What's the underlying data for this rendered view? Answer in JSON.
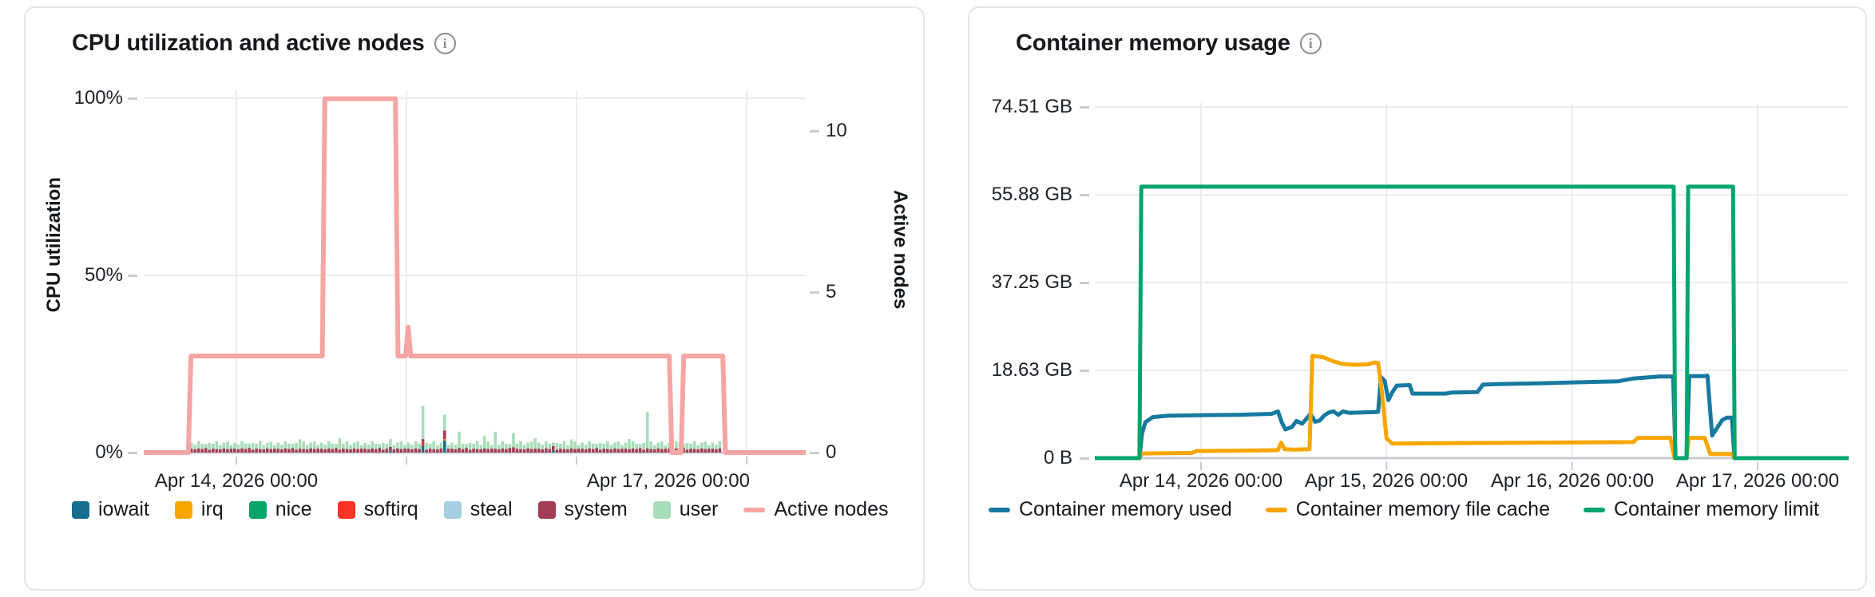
{
  "cpu_card": {
    "title": "CPU utilization and active nodes",
    "info_icon": "i",
    "y_left_axis": {
      "title": "CPU utilization",
      "ticks": [
        {
          "label": "100%",
          "value": 100
        },
        {
          "label": "50%",
          "value": 50
        },
        {
          "label": "0%",
          "value": 0
        }
      ]
    },
    "y_right_axis": {
      "title": "Active nodes",
      "ticks": [
        {
          "label": "10",
          "value": 10
        },
        {
          "label": "5",
          "value": 5
        },
        {
          "label": "0",
          "value": 0
        }
      ]
    },
    "x_ticks": [
      {
        "label": "Apr 14, 2026 00:00",
        "day": 1
      },
      {
        "label": "Apr 17, 2026 00:00",
        "day": 4
      }
    ],
    "legend": [
      {
        "label": "iowait",
        "color": "#176d8d",
        "shape": "square"
      },
      {
        "label": "irq",
        "color": "#f7a600",
        "shape": "square"
      },
      {
        "label": "nice",
        "color": "#04a567",
        "shape": "square"
      },
      {
        "label": "softirq",
        "color": "#fa3324",
        "shape": "square"
      },
      {
        "label": "steal",
        "color": "#a6cee3",
        "shape": "square"
      },
      {
        "label": "system",
        "color": "#a23b53",
        "shape": "square"
      },
      {
        "label": "user",
        "color": "#a7ddb8",
        "shape": "square"
      },
      {
        "label": "Active nodes",
        "color": "#f5a5a4",
        "shape": "line"
      }
    ],
    "chart_data": {
      "type": "bar",
      "subtype": "stacked-bars-plus-line",
      "x_unit": "days (1.0 = Apr 14, 2026 00:00, one unit per day)",
      "x_domain": [
        0.455,
        4.347
      ],
      "day_gridlines": [
        1,
        2,
        3,
        4
      ],
      "ylim_left_percent": [
        0,
        100
      ],
      "ylim_right_nodes": [
        0,
        11
      ],
      "active_nodes_line": {
        "name": "Active nodes",
        "axis": "right",
        "color": "#f5a5a4",
        "points": [
          [
            0.455,
            0
          ],
          [
            0.718,
            0
          ],
          [
            0.733,
            3
          ],
          [
            1.505,
            3
          ],
          [
            1.52,
            11
          ],
          [
            1.935,
            11
          ],
          [
            1.95,
            3
          ],
          [
            1.995,
            3
          ],
          [
            2.01,
            3.9
          ],
          [
            2.025,
            3
          ],
          [
            3.545,
            3
          ],
          [
            3.56,
            0
          ],
          [
            3.615,
            0
          ],
          [
            3.63,
            3
          ],
          [
            3.86,
            3
          ],
          [
            3.875,
            0
          ],
          [
            4.347,
            0
          ]
        ]
      },
      "bars": {
        "description": "stacked CPU % per ~30min bucket; stack order bottom-to-top",
        "series_order": [
          "iowait",
          "irq",
          "nice",
          "softirq",
          "steal",
          "system",
          "user"
        ],
        "colors": {
          "iowait": "#176d8d",
          "irq": "#f7a600",
          "nice": "#04a567",
          "softirq": "#fa3324",
          "steal": "#a6cee3",
          "system": "#a23b53",
          "user": "#a7ddb8"
        },
        "start_day": 0.735,
        "step_day": 0.02128,
        "count": 147,
        "system_pattern": [
          1.1,
          0.9,
          1.2,
          1.0,
          1.3,
          0.8,
          1.1,
          1.0,
          0.9,
          1.2,
          1.0,
          1.1
        ],
        "user_pattern": [
          1.7,
          1.3,
          2.0,
          1.5,
          1.1,
          1.9,
          1.4,
          2.2,
          1.2,
          1.6,
          2.1,
          1.0
        ],
        "spikes": {
          "30": {
            "user": 2.6
          },
          "41": {
            "user": 3.2
          },
          "55": {
            "iowait": 0.6
          },
          "64": {
            "iowait": 2.0,
            "softirq": 1.0,
            "system": 0.8,
            "user": 9.3
          },
          "70": {
            "iowait": 3.4,
            "irq": 0.35,
            "system": 2.5,
            "user": 4.4
          },
          "74": {
            "system": 1.3,
            "user": 4.6
          },
          "81": {
            "user": 3.4
          },
          "84": {
            "user": 4.8
          },
          "89": {
            "system": 1.5,
            "user": 4.0
          },
          "95": {
            "user": 3.0
          },
          "100": {
            "iowait": 0.5
          },
          "105": {
            "user": 2.5
          },
          "121": {
            "user": 2.9
          },
          "126": {
            "system": 1.2,
            "user": 10.3
          }
        }
      }
    }
  },
  "mem_card": {
    "title": "Container memory usage",
    "info_icon": "i",
    "y_axis": {
      "ticks": [
        {
          "label": "74.51 GB",
          "value": 74.51
        },
        {
          "label": "55.88 GB",
          "value": 55.88
        },
        {
          "label": "37.25 GB",
          "value": 37.25
        },
        {
          "label": "18.63 GB",
          "value": 18.63
        },
        {
          "label": "0 B",
          "value": 0
        }
      ]
    },
    "x_ticks": [
      {
        "label": "Apr 14, 2026 00:00",
        "day": 1
      },
      {
        "label": "Apr 15, 2026 00:00",
        "day": 2
      },
      {
        "label": "Apr 16, 2026 00:00",
        "day": 3
      },
      {
        "label": "Apr 17, 2026 00:00",
        "day": 4
      }
    ],
    "legend": [
      {
        "label": "Container memory used",
        "color": "#1779a0",
        "shape": "line"
      },
      {
        "label": "Container memory file cache",
        "color": "#f7a600",
        "shape": "line"
      },
      {
        "label": "Container memory limit",
        "color": "#00a56d",
        "shape": "line"
      }
    ],
    "chart_data": {
      "type": "line",
      "x_unit": "days (1.0 = Apr 14, 2026 00:00, one unit per day)",
      "x_domain": [
        0.428,
        4.49
      ],
      "day_gridlines": [
        1,
        2,
        3,
        4
      ],
      "ylim_gb": [
        0,
        76
      ],
      "series": [
        {
          "name": "Container memory used",
          "color": "#1779a0",
          "points": [
            [
              0.428,
              0
            ],
            [
              0.668,
              0
            ],
            [
              0.682,
              5.2
            ],
            [
              0.7,
              7.6
            ],
            [
              0.74,
              8.7
            ],
            [
              0.82,
              9.0
            ],
            [
              1.0,
              9.1
            ],
            [
              1.2,
              9.2
            ],
            [
              1.38,
              9.4
            ],
            [
              1.415,
              9.9
            ],
            [
              1.435,
              7.6
            ],
            [
              1.455,
              6.1
            ],
            [
              1.49,
              6.6
            ],
            [
              1.515,
              7.9
            ],
            [
              1.545,
              7.3
            ],
            [
              1.565,
              8.2
            ],
            [
              1.59,
              9.4
            ],
            [
              1.615,
              7.7
            ],
            [
              1.64,
              8.0
            ],
            [
              1.665,
              9.1
            ],
            [
              1.69,
              9.7
            ],
            [
              1.715,
              9.9
            ],
            [
              1.74,
              9.2
            ],
            [
              1.765,
              9.9
            ],
            [
              1.8,
              9.6
            ],
            [
              1.955,
              9.8
            ],
            [
              1.97,
              17.2
            ],
            [
              1.99,
              16.4
            ],
            [
              2.01,
              12.3
            ],
            [
              2.03,
              13.9
            ],
            [
              2.055,
              15.4
            ],
            [
              2.125,
              15.5
            ],
            [
              2.14,
              13.7
            ],
            [
              2.32,
              13.7
            ],
            [
              2.35,
              13.9
            ],
            [
              2.49,
              14.0
            ],
            [
              2.52,
              15.6
            ],
            [
              2.6,
              15.7
            ],
            [
              2.85,
              15.9
            ],
            [
              3.05,
              16.1
            ],
            [
              3.25,
              16.3
            ],
            [
              3.33,
              16.9
            ],
            [
              3.4,
              17.1
            ],
            [
              3.47,
              17.3
            ],
            [
              3.545,
              17.3
            ],
            [
              3.558,
              0
            ],
            [
              3.617,
              0
            ],
            [
              3.632,
              17.4
            ],
            [
              3.71,
              17.4
            ],
            [
              3.73,
              17.5
            ],
            [
              3.755,
              4.8
            ],
            [
              3.78,
              6.3
            ],
            [
              3.81,
              8.1
            ],
            [
              3.835,
              8.6
            ],
            [
              3.862,
              8.6
            ],
            [
              3.875,
              0
            ],
            [
              4.49,
              0
            ]
          ]
        },
        {
          "name": "Container memory file cache",
          "color": "#f7a600",
          "points": [
            [
              0.428,
              0
            ],
            [
              0.668,
              0
            ],
            [
              0.682,
              1.0
            ],
            [
              0.95,
              1.1
            ],
            [
              0.975,
              1.5
            ],
            [
              1.25,
              1.6
            ],
            [
              1.415,
              1.7
            ],
            [
              1.432,
              3.3
            ],
            [
              1.45,
              1.9
            ],
            [
              1.5,
              1.8
            ],
            [
              1.585,
              1.9
            ],
            [
              1.6,
              21.7
            ],
            [
              1.66,
              21.4
            ],
            [
              1.71,
              20.6
            ],
            [
              1.76,
              20.0
            ],
            [
              1.82,
              19.8
            ],
            [
              1.9,
              19.9
            ],
            [
              1.935,
              20.3
            ],
            [
              1.955,
              20.2
            ],
            [
              1.975,
              14.0
            ],
            [
              2.0,
              4.2
            ],
            [
              2.03,
              3.1
            ],
            [
              2.4,
              3.2
            ],
            [
              2.9,
              3.3
            ],
            [
              3.33,
              3.4
            ],
            [
              3.355,
              4.3
            ],
            [
              3.53,
              4.3
            ],
            [
              3.553,
              0
            ],
            [
              3.617,
              0
            ],
            [
              3.63,
              4.3
            ],
            [
              3.715,
              4.3
            ],
            [
              3.745,
              0.9
            ],
            [
              3.86,
              0.9
            ],
            [
              3.875,
              0
            ],
            [
              4.49,
              0
            ]
          ]
        },
        {
          "name": "Container memory limit",
          "color": "#00a56d",
          "points": [
            [
              0.428,
              0
            ],
            [
              0.668,
              0
            ],
            [
              0.678,
              57.6
            ],
            [
              3.548,
              57.6
            ],
            [
              3.556,
              0
            ],
            [
              3.618,
              0
            ],
            [
              3.626,
              57.6
            ],
            [
              3.868,
              57.6
            ],
            [
              3.877,
              0
            ],
            [
              4.49,
              0
            ]
          ]
        }
      ]
    }
  }
}
